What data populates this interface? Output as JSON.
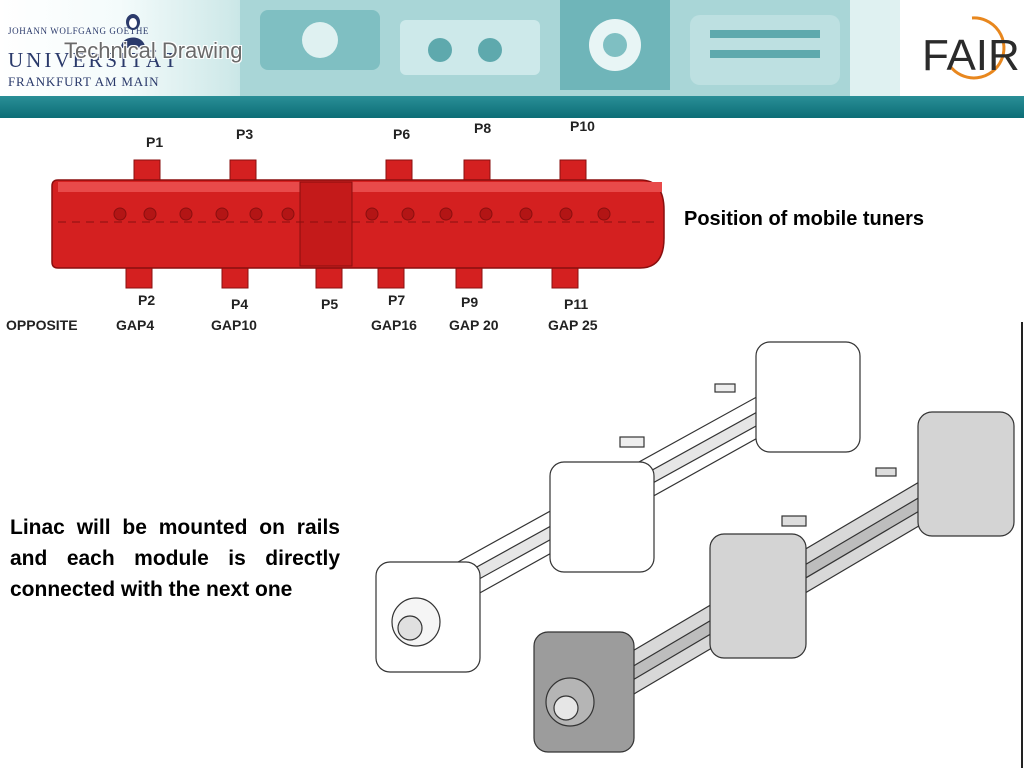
{
  "header": {
    "university_line1": "JOHANN WOLFGANG GOETHE",
    "university_line2": "UNIVERSITÄT",
    "university_line3": "FRANKFURT AM MAIN",
    "title": "Technical Drawing",
    "fair_logo_text": "FAIR",
    "colors": {
      "band": "#0c6d76",
      "logo_navy": "#2b3a6b",
      "fair_orange": "#e8871e"
    }
  },
  "tank_figure": {
    "top_tuners": [
      "P1",
      "P3",
      "P6",
      "P8",
      "P10"
    ],
    "bottom_tuners": [
      "P2",
      "P4",
      "P5",
      "P7",
      "P9",
      "P11"
    ],
    "gap_row_label": "OPPOSITE",
    "gaps": [
      "GAP4",
      "GAP10",
      "GAP16",
      "GAP 20",
      "GAP 25"
    ],
    "tank_color": "#d42020"
  },
  "caption": "Position of mobile tuners",
  "body_text": "Linac will be mounted on rails and each module is directly connected with the next one"
}
